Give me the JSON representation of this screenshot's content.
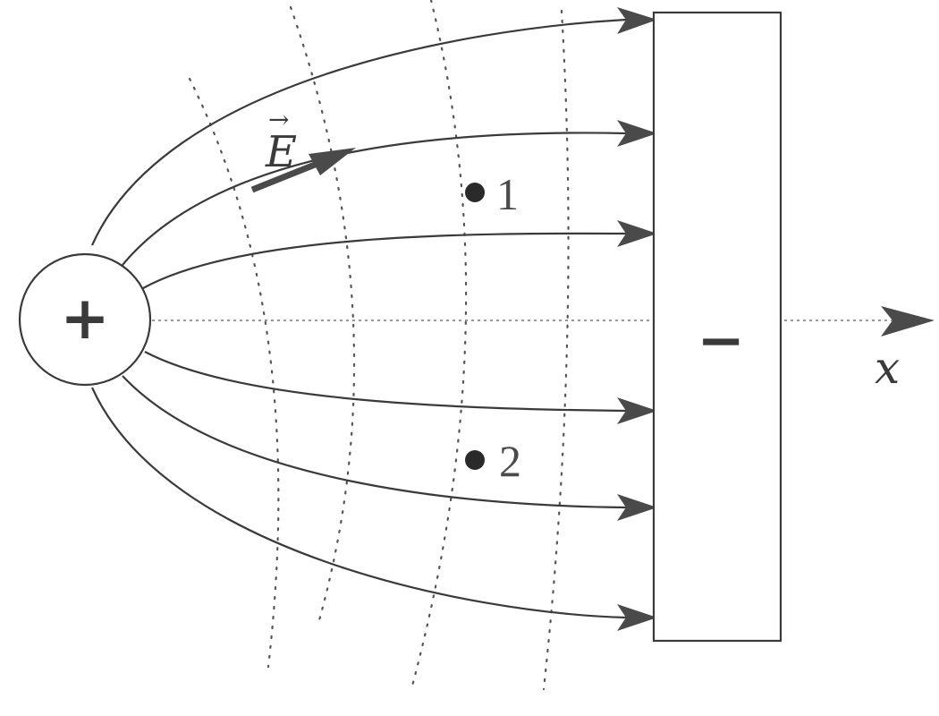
{
  "charge": {
    "sign": "+"
  },
  "plate": {
    "sign": "−"
  },
  "field_vector": {
    "symbol": "E",
    "accent": "→"
  },
  "axis": {
    "label": "x"
  },
  "points": [
    {
      "label": "1"
    },
    {
      "label": "2"
    }
  ],
  "colors": {
    "ink": "#3a3a3a",
    "arrow": "#4a4a4a",
    "background": "#ffffff"
  }
}
